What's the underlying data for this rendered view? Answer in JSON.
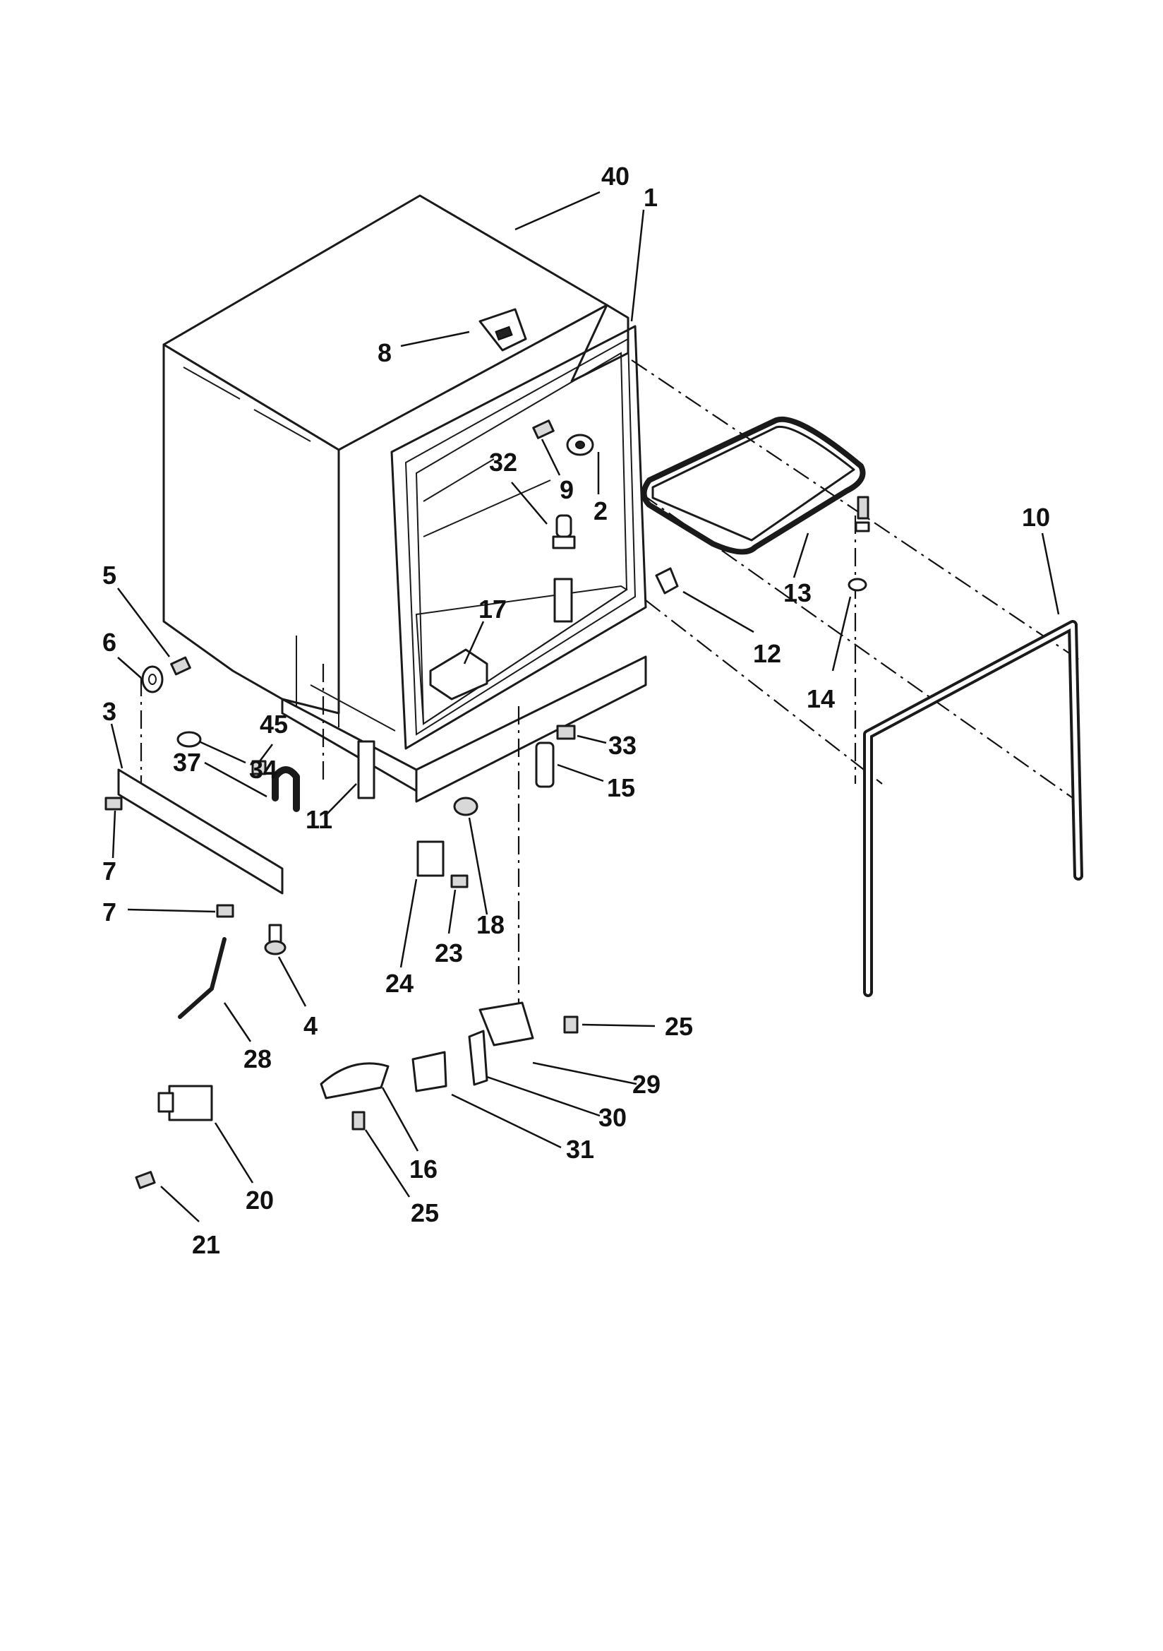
{
  "callouts": [
    {
      "id": "c40",
      "label": "40"
    },
    {
      "id": "c1",
      "label": "1"
    },
    {
      "id": "c8",
      "label": "8"
    },
    {
      "id": "c32",
      "label": "32"
    },
    {
      "id": "c9",
      "label": "9"
    },
    {
      "id": "c2",
      "label": "2"
    },
    {
      "id": "c10",
      "label": "10"
    },
    {
      "id": "c13",
      "label": "13"
    },
    {
      "id": "c12",
      "label": "12"
    },
    {
      "id": "c14",
      "label": "14"
    },
    {
      "id": "c5",
      "label": "5"
    },
    {
      "id": "c6",
      "label": "6"
    },
    {
      "id": "c3",
      "label": "3"
    },
    {
      "id": "c17",
      "label": "17"
    },
    {
      "id": "c45",
      "label": "45"
    },
    {
      "id": "c34",
      "label": "34"
    },
    {
      "id": "c37",
      "label": "37"
    },
    {
      "id": "c11",
      "label": "11"
    },
    {
      "id": "c33",
      "label": "33"
    },
    {
      "id": "c15",
      "label": "15"
    },
    {
      "id": "c7a",
      "label": "7"
    },
    {
      "id": "c7b",
      "label": "7"
    },
    {
      "id": "c18",
      "label": "18"
    },
    {
      "id": "c23",
      "label": "23"
    },
    {
      "id": "c24",
      "label": "24"
    },
    {
      "id": "c4",
      "label": "4"
    },
    {
      "id": "c28",
      "label": "28"
    },
    {
      "id": "c25a",
      "label": "25"
    },
    {
      "id": "c29",
      "label": "29"
    },
    {
      "id": "c30",
      "label": "30"
    },
    {
      "id": "c31",
      "label": "31"
    },
    {
      "id": "c16",
      "label": "16"
    },
    {
      "id": "c25b",
      "label": "25"
    },
    {
      "id": "c20",
      "label": "20"
    },
    {
      "id": "c21",
      "label": "21"
    }
  ]
}
